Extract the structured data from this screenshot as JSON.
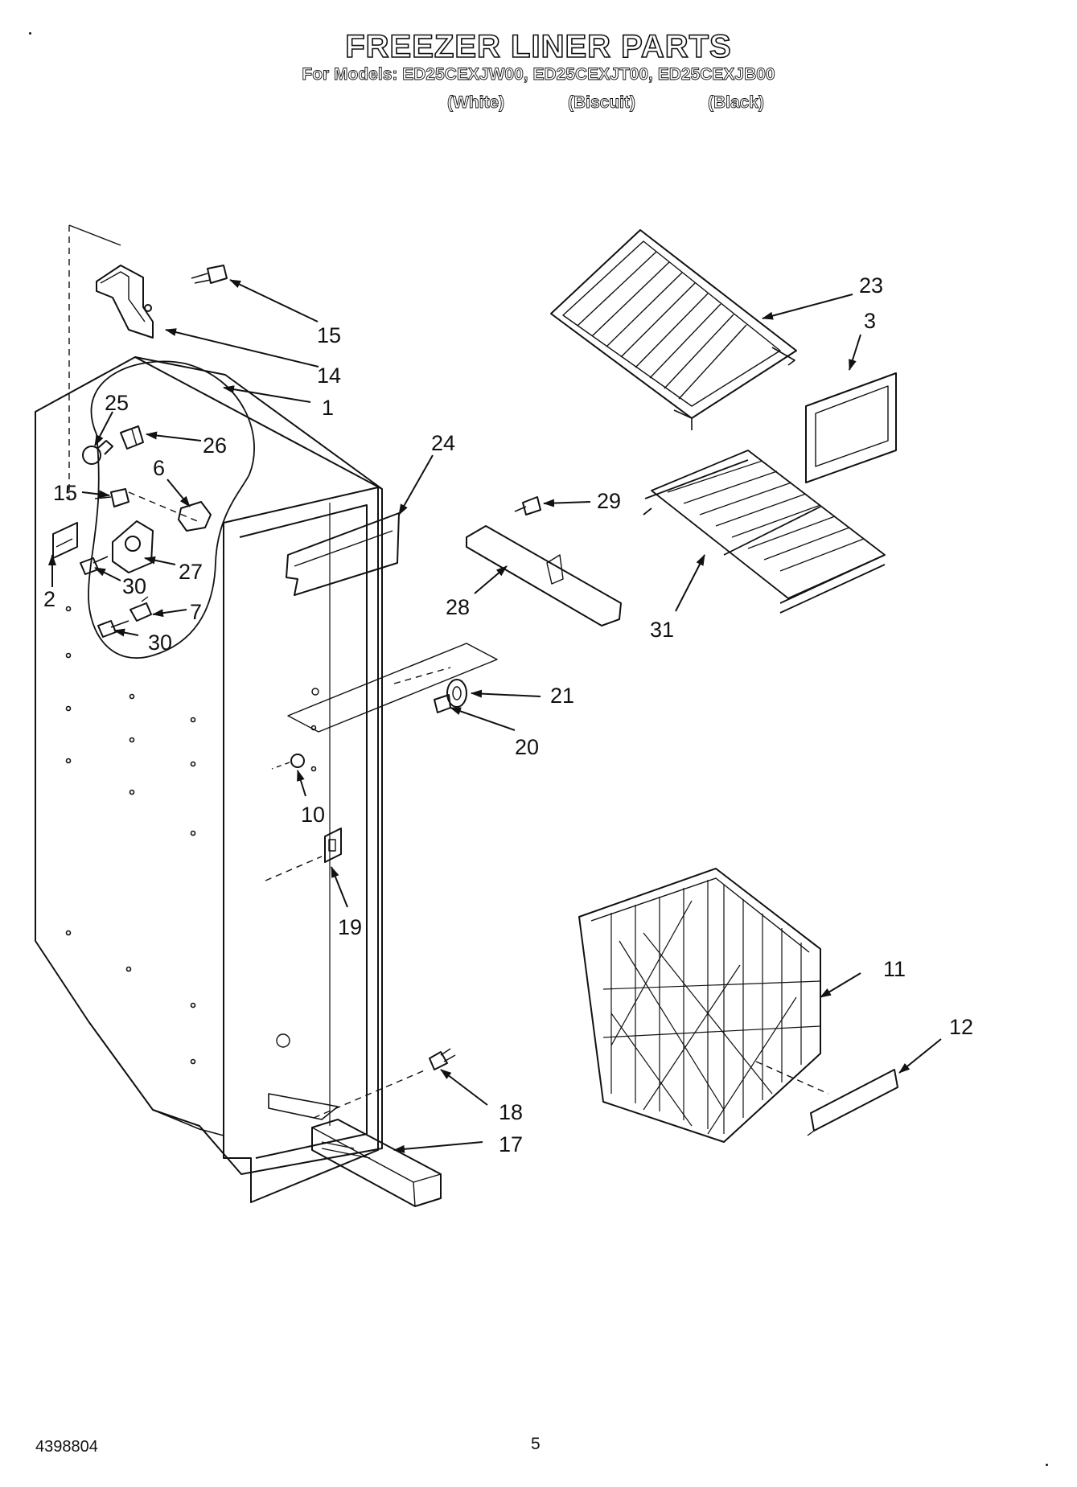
{
  "header": {
    "title": "FREEZER LINER PARTS",
    "models_line": "For Models: ED25CEXJW00, ED25CEXJT00, ED25CEXJB00",
    "colors": [
      "(White)",
      "(Biscuit)",
      "(Black)"
    ]
  },
  "callouts": [
    "15",
    "14",
    "1",
    "25",
    "26",
    "6",
    "15",
    "2",
    "30",
    "27",
    "7",
    "30",
    "24",
    "10",
    "19",
    "18",
    "17",
    "23",
    "3",
    "29",
    "28",
    "31",
    "21",
    "20",
    "11",
    "12"
  ],
  "footer": {
    "doc_number": "4398804",
    "page_number": "5"
  }
}
